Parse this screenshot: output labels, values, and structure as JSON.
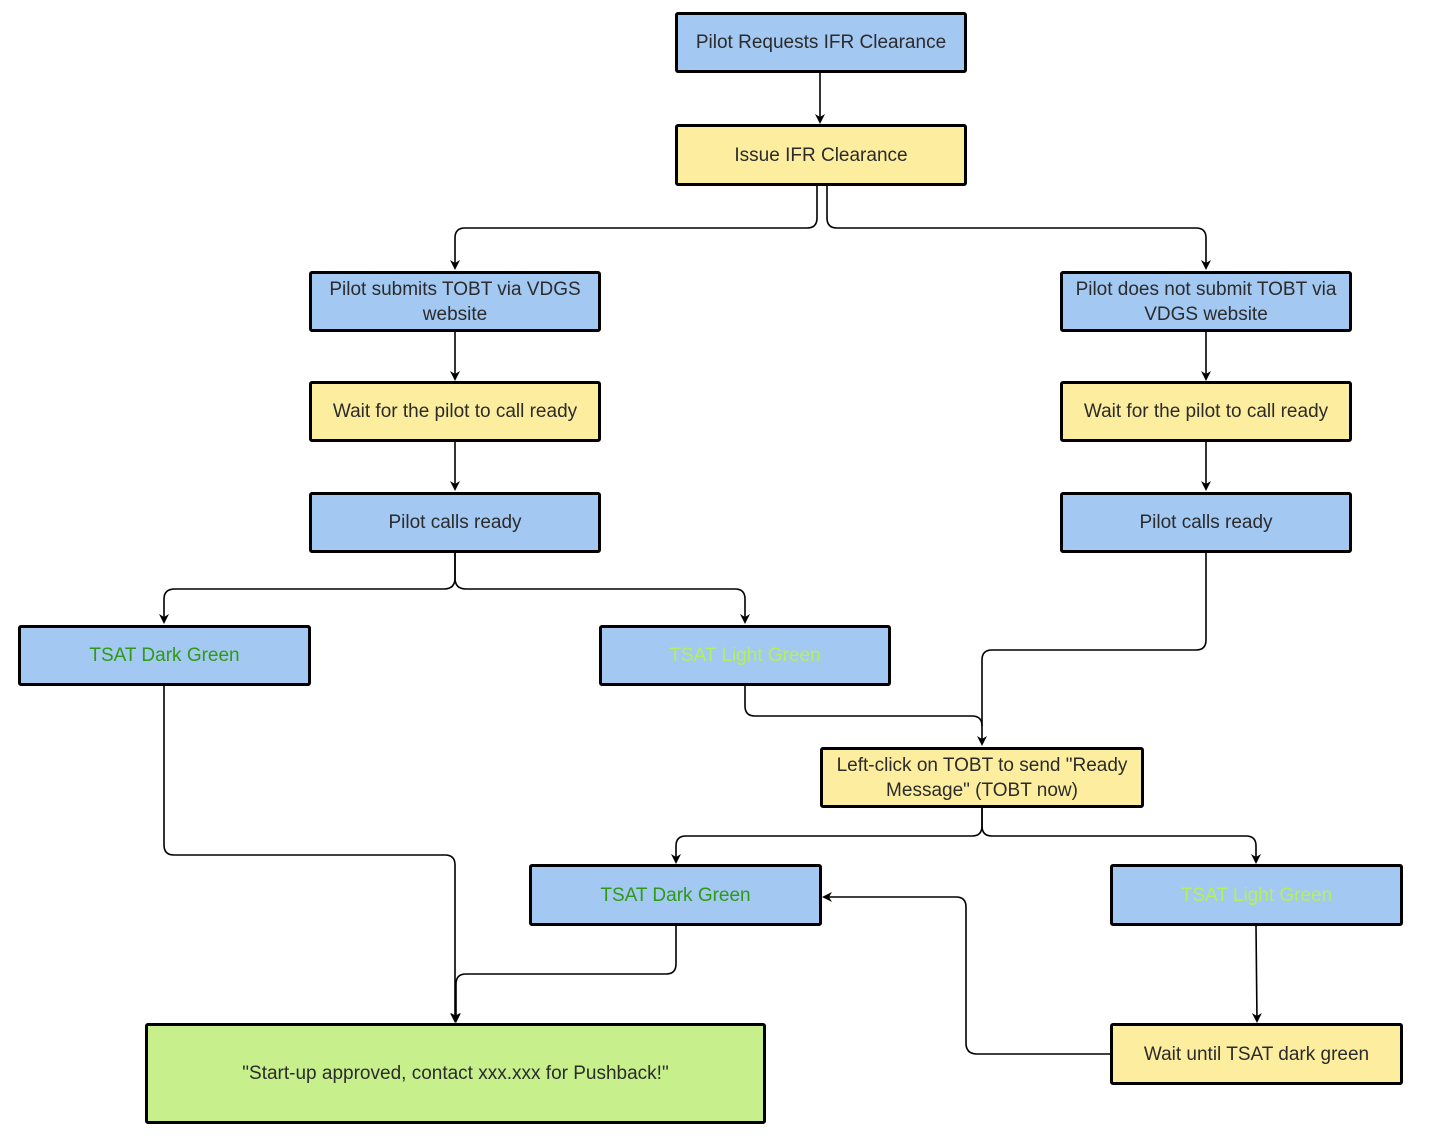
{
  "colors": {
    "action_fill": "#a3c8f2",
    "controller_fill": "#fdee9f",
    "final_fill": "#c7f08d",
    "border": "#000000",
    "text": "#2b2b2b",
    "dark_green_text": "#2f9a16",
    "light_green_text": "#b3f05c"
  },
  "nodes": {
    "request": "Pilot Requests IFR Clearance",
    "issue": "Issue IFR Clearance",
    "submits_tobt": "Pilot submits TOBT via VDGS website",
    "no_tobt": "Pilot does not submit TOBT via VDGS website",
    "wait_left": "Wait for the pilot to call ready",
    "wait_right": "Wait for the pilot to call ready",
    "calls_ready_left": "Pilot calls ready",
    "calls_ready_right": "Pilot calls ready",
    "tsat_dark_1": "TSAT Dark Green",
    "tsat_light_1": "TSAT Light Green",
    "left_click": "Left-click on TOBT to send \"Ready Message\" (TOBT now)",
    "tsat_dark_2": "TSAT Dark Green",
    "tsat_light_2": "TSAT Light Green",
    "wait_tsat": "Wait until TSAT dark green",
    "startup": "\"Start-up approved, contact xxx.xxx for Pushback!\""
  }
}
